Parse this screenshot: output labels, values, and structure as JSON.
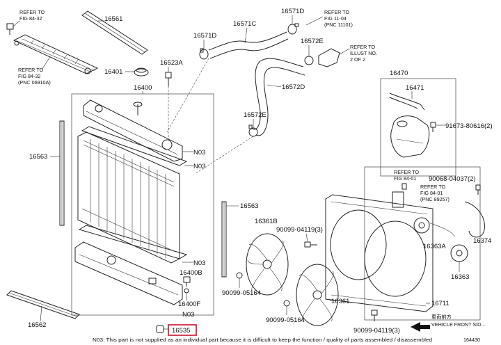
{
  "parts": {
    "p16561": "16561",
    "p16401": "16401",
    "p16523A": "16523A",
    "p16571C": "16571C",
    "p16571D_top": "16571D",
    "p16571D_left": "16571D",
    "p16572E": "16572E",
    "p16572D": "16572D",
    "p16572E_low": "16572E",
    "p16400": "16400",
    "p16563_left": "16563",
    "p16563_mid": "16563",
    "p16470": "16470",
    "p16471": "16471",
    "p91673": "91673-80616(2)",
    "p90068": "90068-04037(2)",
    "p16361B": "16361B",
    "p90099_a": "90099-04119(3)",
    "p90099_b": "90099-05164",
    "p90099_c": "90099-05164",
    "p90099_d": "90099-04119(3)",
    "p16363A": "16363A",
    "p16374": "16374",
    "p16363": "16363",
    "p16361": "16361",
    "p16711": "16711",
    "p16400B": "16400B",
    "p16400F": "16400F",
    "pN03_1": "N03",
    "pN03_2": "N03",
    "pN03_3": "N03",
    "pN03_4": "N03",
    "p16562": "16562",
    "p16535": "16535"
  },
  "refs": {
    "ref_top_left": [
      "REFER TO",
      "FIG 84-32"
    ],
    "ref_left": [
      "REFER TO",
      "FIG 84-32",
      "(PNC 06910A)"
    ],
    "ref_top_right": [
      "REFER TO",
      "FIG 11-04",
      "(PNC 11101)"
    ],
    "ref_illust": [
      "REFER TO",
      "ILLUST NO.",
      "2 OF 2"
    ],
    "ref_fig8401_a": [
      "REFER TO",
      "FIG 84-01"
    ],
    "ref_fig8401_b": [
      "REFER TO",
      "FIG 84-01",
      "(PNC 89257)"
    ]
  },
  "vehicle_front": [
    "車両前方",
    "VEHICLE FRONT SID..."
  ],
  "footnote": "N03: This part is not supplied as an individual part because it is difficult to keep the function / quality of parts assembled / disassembled",
  "figure_code": "164430",
  "colors": {
    "highlight": "#c8102e",
    "line": "#222222"
  }
}
